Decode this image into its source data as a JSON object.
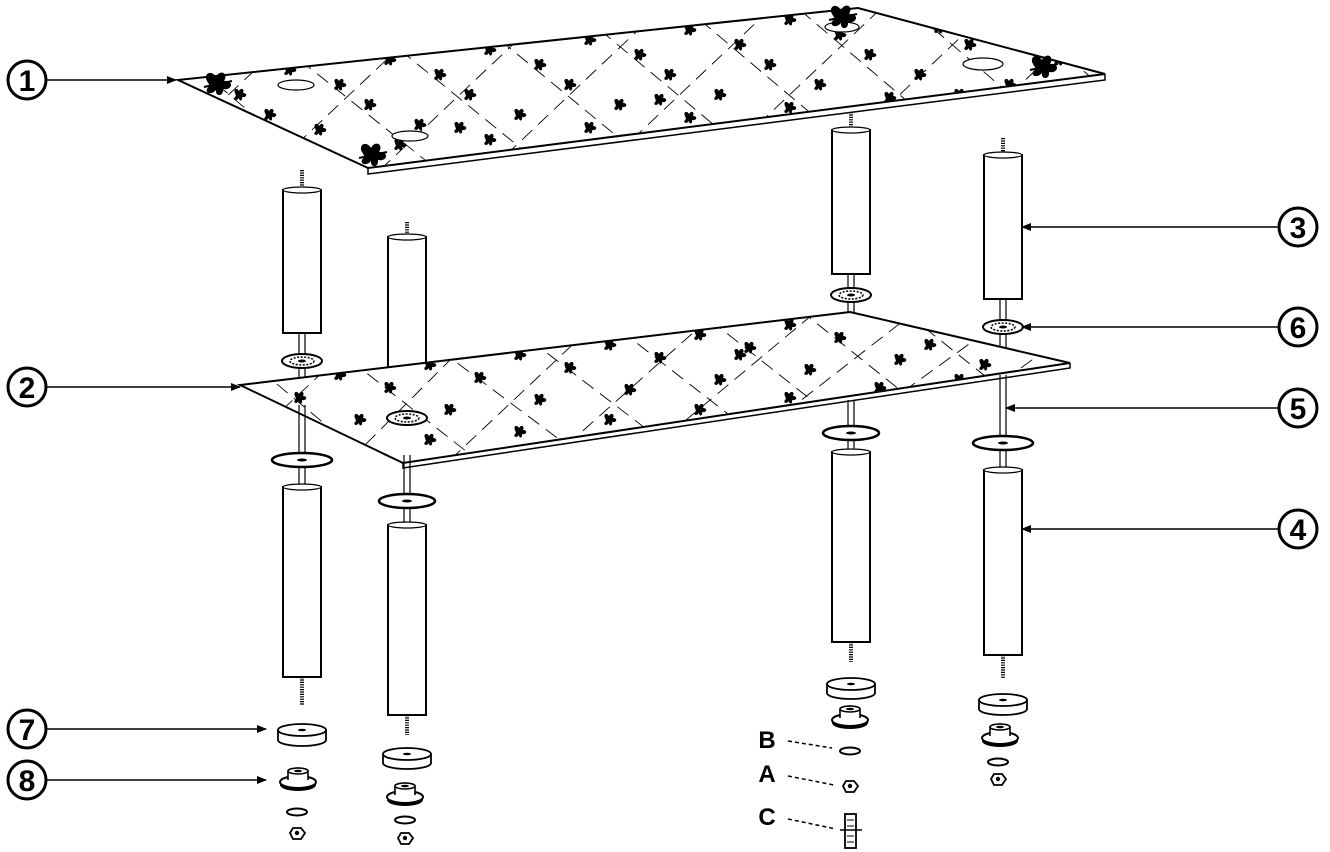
{
  "callouts": [
    {
      "id": "1",
      "label": "1"
    },
    {
      "id": "2",
      "label": "2"
    },
    {
      "id": "3",
      "label": "3"
    },
    {
      "id": "4",
      "label": "4"
    },
    {
      "id": "5",
      "label": "5"
    },
    {
      "id": "6",
      "label": "6"
    },
    {
      "id": "7",
      "label": "7"
    },
    {
      "id": "8",
      "label": "8"
    }
  ],
  "hardware_letters": [
    {
      "id": "B",
      "label": "B"
    },
    {
      "id": "A",
      "label": "A"
    },
    {
      "id": "C",
      "label": "C"
    }
  ],
  "colors": {
    "ink": "#000000",
    "paper": "#ffffff",
    "rod": "#777777"
  }
}
